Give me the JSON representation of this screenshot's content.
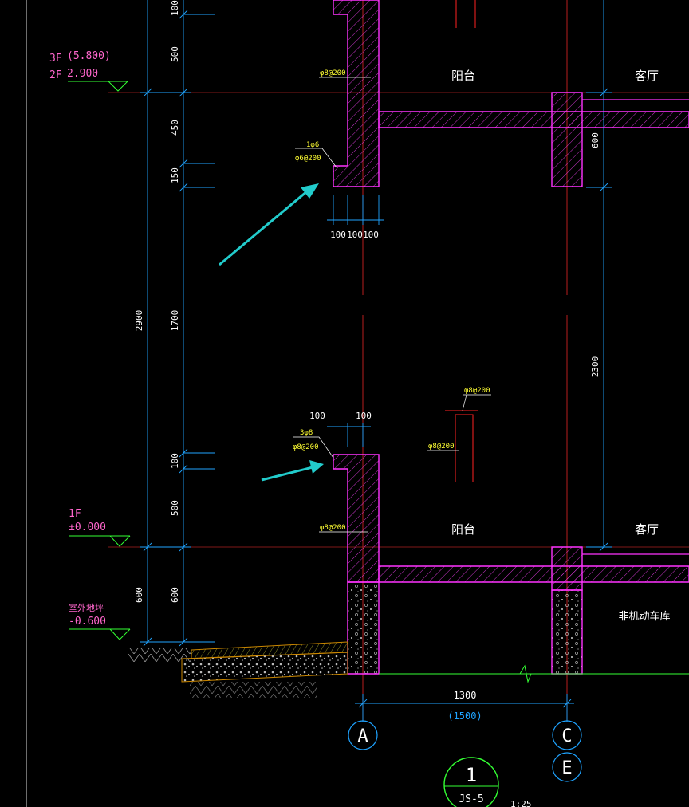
{
  "colors": {
    "background": "#000000",
    "dimension": "#1fa3ff",
    "wall": "#ff33ff",
    "level": "#ff66cc",
    "level_symbol": "#33ff33",
    "rebar": "#ffff33",
    "axis_line": "#ff2222",
    "arrow": "#22cccc",
    "text": "#ffffff"
  },
  "levels": {
    "f3_label": "3F",
    "f3_value": "(5.800)",
    "f2_label": "2F",
    "f2_value": "2.900",
    "f1_label": "1F",
    "f1_value": "±0.000",
    "ground_label": "室外地坪",
    "ground_value": "-0.600"
  },
  "dims_left": {
    "total": "2900",
    "lower": "600",
    "c100a": "100",
    "c500a": "500",
    "c450": "450",
    "c150": "150",
    "c1700": "1700",
    "c100b": "100",
    "c500b": "500",
    "c600": "600"
  },
  "dims_right": {
    "c600": "600",
    "c2300": "2300"
  },
  "dims_bottom": {
    "span": "1300",
    "span_alt": "(1500)"
  },
  "dims_top_detail": {
    "a": "100",
    "b": "100",
    "c": "100"
  },
  "dims_mid_detail": {
    "a": "100",
    "b": "100"
  },
  "rooms": {
    "balcony_upper": "阳台",
    "living_upper": "客厅",
    "balcony_lower": "阳台",
    "living_lower": "客厅",
    "bike_room": "非机动车库"
  },
  "rebar_labels": {
    "upper_wall": "φ8@200",
    "upper_ledge_top": "1φ6",
    "upper_ledge_bottom": "φ6@200",
    "mid_top": "3φ8",
    "mid_bottom": "φ8@200",
    "lower_wall": "φ8@200",
    "center_top": "φ8@200",
    "center_left": "φ8@200"
  },
  "axes": {
    "a": "A",
    "c": "C",
    "e": "E"
  },
  "detail": {
    "number": "1",
    "sheet": "JS-5",
    "scale": "1:25"
  }
}
